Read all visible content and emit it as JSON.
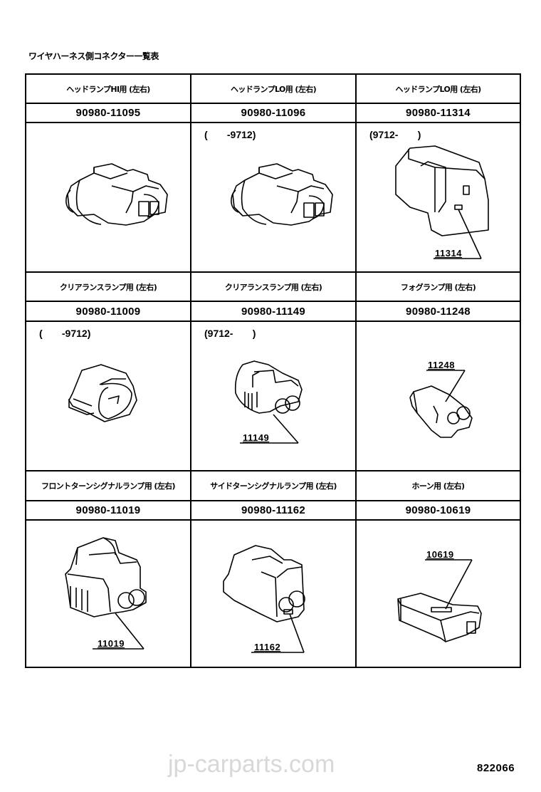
{
  "page": {
    "title": "ワイヤハーネス側コネクター一覧表",
    "watermark": "jp-carparts.com",
    "page_code": "822066"
  },
  "table": {
    "rows": [
      {
        "cells": [
          {
            "label": "ヘッドランプHI用 (左右)",
            "part_number": "90980-11095",
            "date_note": "",
            "callout": ""
          },
          {
            "label": "ヘッドランプLO用 (左右)",
            "part_number": "90980-11096",
            "date_note": "(       -9712)",
            "callout": ""
          },
          {
            "label": "ヘッドランプLO用 (左右)",
            "part_number": "90980-11314",
            "date_note": "(9712-       )",
            "callout": "11314"
          }
        ]
      },
      {
        "cells": [
          {
            "label": "クリアランスランプ用 (左右)",
            "part_number": "90980-11009",
            "date_note": "(       -9712)",
            "callout": ""
          },
          {
            "label": "クリアランスランプ用 (左右)",
            "part_number": "90980-11149",
            "date_note": "(9712-       )",
            "callout": "11149"
          },
          {
            "label": "フォグランプ用 (左右)",
            "part_number": "90980-11248",
            "date_note": "",
            "callout": "11248"
          }
        ]
      },
      {
        "cells": [
          {
            "label": "フロントターンシグナルランプ用 (左右)",
            "part_number": "90980-11019",
            "date_note": "",
            "callout": "11019"
          },
          {
            "label": "サイドターンシグナルランプ用 (左右)",
            "part_number": "90980-11162",
            "date_note": "",
            "callout": "11162"
          },
          {
            "label": "ホーン用 (左右)",
            "part_number": "90980-10619",
            "date_note": "",
            "callout": "10619"
          }
        ]
      }
    ]
  }
}
